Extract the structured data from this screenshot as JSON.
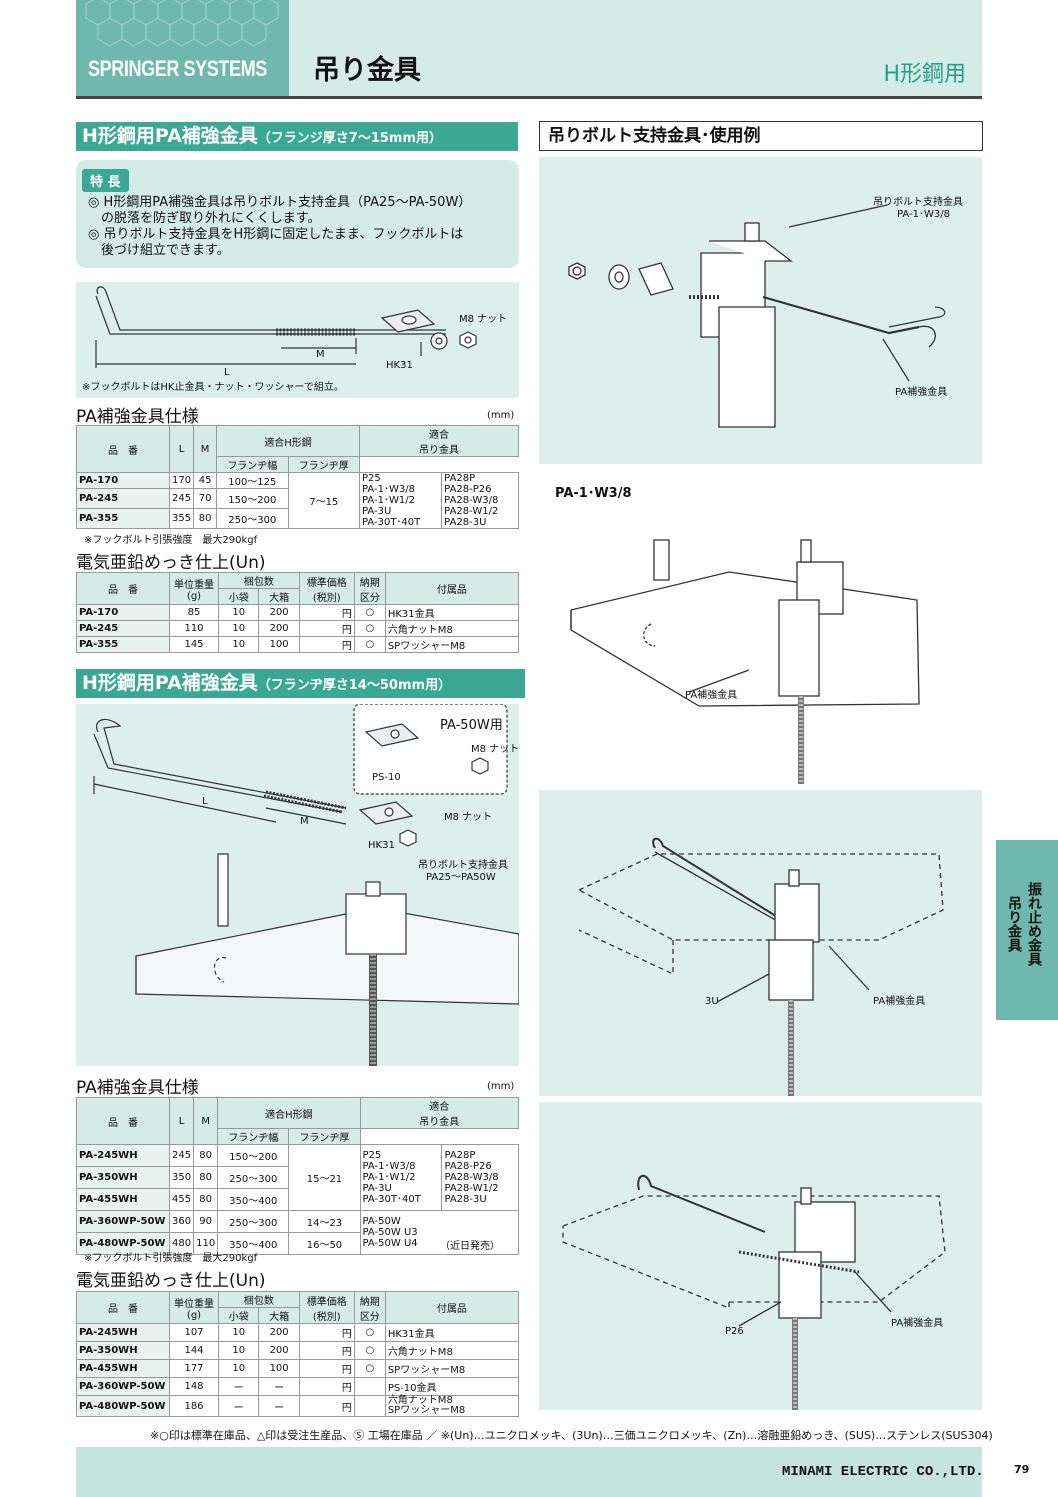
{
  "header": {
    "logo": "SPRINGER SYSTEMS",
    "title": "吊り金具",
    "category": "H形鋼用"
  },
  "section1": {
    "title": "H形鋼用PA補強金具",
    "subtitle": "（フランジ厚さ7〜15mm用）",
    "feature_tag": "特 長",
    "features": [
      "◎ H形鋼用PA補強金具は吊りボルト支持金具（PA25〜PA-50W）",
      "　の脱落を防ぎ取り外れにくくします。",
      "◎ 吊りボルト支持金具をH形鋼に固定したまま、フックボルトは",
      "　後づけ組立できます。"
    ],
    "fig_labels": {
      "m8": "M8 ナット",
      "m": "M",
      "l": "L",
      "hk31": "HK31"
    },
    "fig_note": "※フックボルトはHK止金具・ナット・ワッシャーで組立。"
  },
  "spec1": {
    "title": "PA補強金具仕様",
    "unit": "(mm)",
    "headers": [
      "品　番",
      "L",
      "M",
      "適合H形鋼",
      "フランヂ幅",
      "フランヂ厚",
      "適合",
      "吊り金具"
    ],
    "rows": [
      {
        "pn": "PA-170",
        "l": "170",
        "m": "45",
        "w": "100〜125"
      },
      {
        "pn": "PA-245",
        "l": "245",
        "m": "70",
        "w": "150〜200"
      },
      {
        "pn": "PA-355",
        "l": "355",
        "m": "80",
        "w": "250〜300"
      }
    ],
    "thickness": "7〜15",
    "compat_col1": [
      "P25",
      "PA-1･W3/8",
      "PA-1･W1/2",
      "PA-3U",
      "PA-30T･40T"
    ],
    "compat_col2": [
      "PA28P",
      "PA28-P26",
      "PA28-W3/8",
      "PA28-W1/2",
      "PA28-3U"
    ],
    "note": "※フックボルト引張強度　最大290kgf"
  },
  "price1": {
    "title": "電気亜鉛めっき仕上(Un)",
    "headers": [
      "品　番",
      "単位重量",
      "(g)",
      "梱包数",
      "小袋",
      "大箱",
      "標準価格",
      "(税別)",
      "納期",
      "区分",
      "付属品"
    ],
    "rows": [
      {
        "pn": "PA-170",
        "wt": "85",
        "s": "10",
        "b": "200",
        "price": "円",
        "d": "○",
        "acc": "HK31金具"
      },
      {
        "pn": "PA-245",
        "wt": "110",
        "s": "10",
        "b": "200",
        "price": "円",
        "d": "○",
        "acc": "六角ナットM8"
      },
      {
        "pn": "PA-355",
        "wt": "145",
        "s": "10",
        "b": "100",
        "price": "円",
        "d": "○",
        "acc": "SPワッシャーM8"
      }
    ]
  },
  "section2": {
    "title": "H形鋼用PA補強金具",
    "subtitle": "（フランヂ厚さ14〜50mm用）",
    "fig_labels": {
      "pa50w": "PA-50W用",
      "m8a": "M8 ナット",
      "ps10": "PS-10",
      "l": "L",
      "m": "M",
      "m8b": "M8 ナット",
      "hk31": "HK31",
      "support": "吊りボルト支持金具",
      "support_range": "PA25〜PA50W"
    }
  },
  "spec2": {
    "title": "PA補強金具仕様",
    "unit": "(mm)",
    "rows": [
      {
        "pn": "PA-245WH",
        "l": "245",
        "m": "80",
        "w": "150〜200"
      },
      {
        "pn": "PA-350WH",
        "l": "350",
        "m": "80",
        "w": "250〜300"
      },
      {
        "pn": "PA-455WH",
        "l": "455",
        "m": "80",
        "w": "350〜400"
      },
      {
        "pn": "PA-360WP-50W",
        "l": "360",
        "m": "90",
        "w": "250〜300"
      },
      {
        "pn": "PA-480WP-50W",
        "l": "480",
        "m": "110",
        "w": "350〜400"
      }
    ],
    "thickness_a": "15〜21",
    "thickness_b": "14〜23",
    "thickness_c": "16〜50",
    "compat_a1": [
      "P25",
      "PA-1･W3/8",
      "PA-1･W1/2",
      "PA-3U",
      "PA-30T･40T"
    ],
    "compat_a2": [
      "PA28P",
      "PA28-P26",
      "PA28-W3/8",
      "PA28-W1/2",
      "PA28-3U"
    ],
    "compat_b": [
      "PA-50W",
      "PA-50W U3",
      "PA-50W U4"
    ],
    "compat_b_note": "（近日発売）",
    "note": "※フックボルト引張強度　最大290kgf"
  },
  "price2": {
    "title": "電気亜鉛めっき仕上(Un)",
    "rows": [
      {
        "pn": "PA-245WH",
        "wt": "107",
        "s": "10",
        "b": "200",
        "price": "円",
        "d": "○",
        "acc": "HK31金具"
      },
      {
        "pn": "PA-350WH",
        "wt": "144",
        "s": "10",
        "b": "200",
        "price": "円",
        "d": "○",
        "acc": "六角ナットM8"
      },
      {
        "pn": "PA-455WH",
        "wt": "177",
        "s": "10",
        "b": "100",
        "price": "円",
        "d": "○",
        "acc": "SPワッシャーM8"
      },
      {
        "pn": "PA-360WP-50W",
        "wt": "148",
        "s": "ー",
        "b": "ー",
        "price": "円",
        "d": "",
        "acc": "PS-10金具"
      },
      {
        "pn": "PA-480WP-50W",
        "wt": "186",
        "s": "ー",
        "b": "ー",
        "price": "円",
        "d": "",
        "acc": "六角ナットM8"
      }
    ],
    "acc_extra": "SPワッシャーM8"
  },
  "right": {
    "title": "吊りボルト支持金具･使用例",
    "fig1_labels": {
      "support": "吊りボルト支持金具",
      "model": "PA-1･W3/8",
      "pa": "PA補強金具"
    },
    "fig2_title": "PA-1･W3/8",
    "fig2_labels": {
      "pa": "PA補強金具"
    },
    "fig3_labels": {
      "u3": "3U",
      "pa": "PA補強金具"
    },
    "fig4_labels": {
      "p26": "P26",
      "pa": "PA補強金具"
    }
  },
  "side_tab": [
    "振れ止め金具",
    "吊り金具"
  ],
  "footer": {
    "note": "※○印は標準在庫品、△印は受注生産品、Ⓢ 工場在庫品 ／ ※(Un)…ユニクロメッキ、(3Un)…三価ユニクロメッキ、(Zn)…溶融亜鉛めっき、(SUS)…ステンレス(SUS304)",
    "company": "MINAMI ELECTRIC CO.,LTD.",
    "page": "79"
  }
}
